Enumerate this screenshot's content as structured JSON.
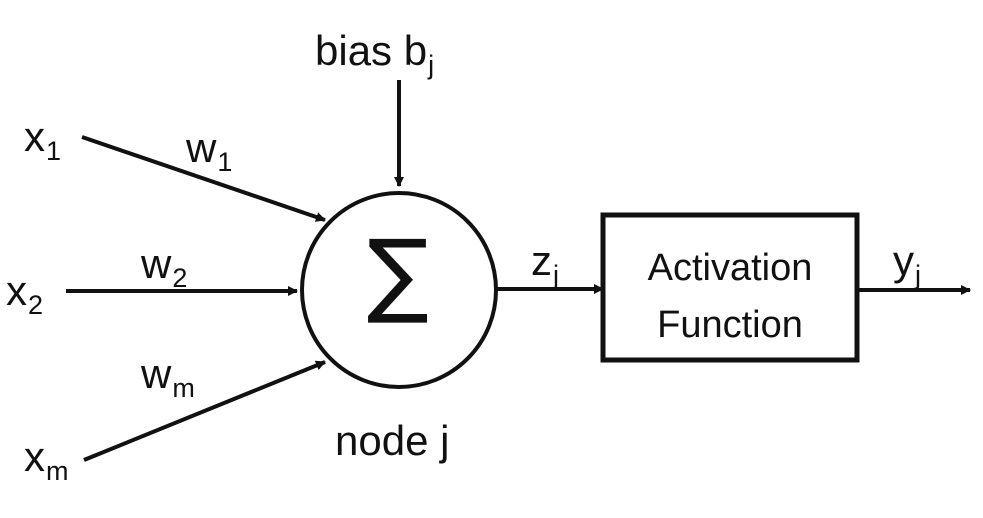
{
  "inputs": [
    {
      "var": "x",
      "sub": "1"
    },
    {
      "var": "x",
      "sub": "2"
    },
    {
      "var": "x",
      "sub": "m"
    }
  ],
  "weights": [
    {
      "var": "w",
      "sub": "1"
    },
    {
      "var": "w",
      "sub": "2"
    },
    {
      "var": "w",
      "sub": "m"
    }
  ],
  "bias": {
    "text": "bias b",
    "sub": "j"
  },
  "node": {
    "symbol": "∑",
    "label": "node j"
  },
  "z": {
    "var": "z",
    "sub": "j"
  },
  "activation": {
    "line1": "Activation",
    "line2": "Function"
  },
  "y": {
    "var": "y",
    "sub": "j"
  },
  "colors": {
    "stroke": "#111111",
    "background": "#ffffff"
  }
}
